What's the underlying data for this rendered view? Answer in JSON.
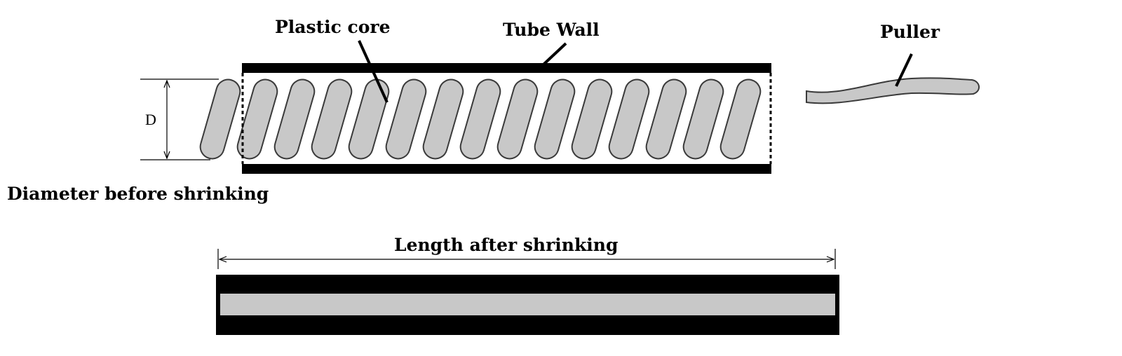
{
  "labels": {
    "plastic_core": "Plastic core",
    "tube_wall": "Tube Wall",
    "puller": "Puller",
    "d": "D",
    "diameter_before": "Diameter before shrinking",
    "length_after": "Length after shrinking"
  },
  "colors": {
    "tube_wall": "#000000",
    "core_fill": "#c8c8c8",
    "outline": "#3a3a3a",
    "text": "#000000"
  },
  "coil": {
    "turns": 15
  }
}
